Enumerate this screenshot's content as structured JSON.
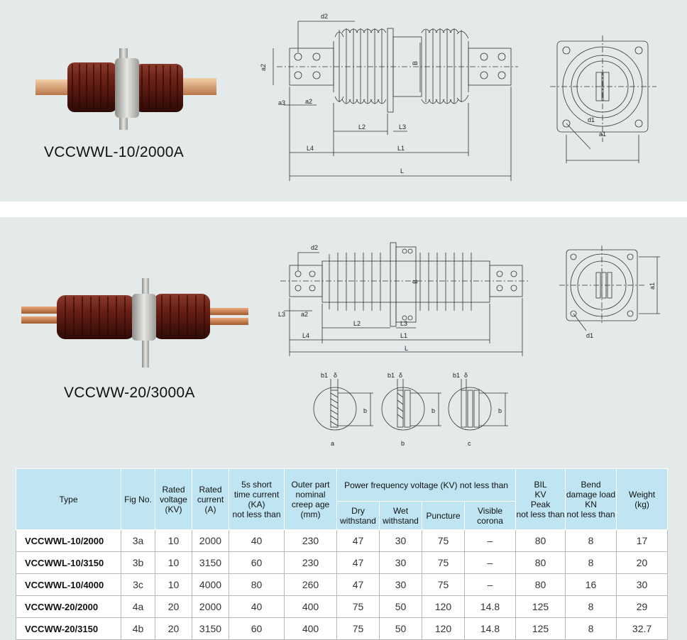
{
  "products": [
    {
      "caption": "VCCWWL-10/2000A"
    },
    {
      "caption": "VCCWW-20/3000A"
    }
  ],
  "drawing1": {
    "labels": {
      "d2": "d2",
      "a2_side": "a2",
      "B": "B",
      "a3": "a3",
      "a2": "a2",
      "L2": "L2",
      "L3": "L3",
      "L4": "L4",
      "L1": "L1",
      "L": "L",
      "d1": "d1",
      "a1": "a1"
    }
  },
  "drawing2": {
    "labels": {
      "d2": "d2",
      "B": "B",
      "L3_left": "L3",
      "a2": "a2",
      "L2": "L2",
      "L3": "L3",
      "L4": "L4",
      "L1": "L1",
      "L": "L",
      "a1": "a1",
      "d1": "d1"
    }
  },
  "sections": [
    {
      "b1": "b1",
      "delta": "δ",
      "b": "b",
      "name": "a"
    },
    {
      "b1": "b1",
      "delta": "δ",
      "b": "b",
      "name": "b"
    },
    {
      "b1": "b1",
      "delta": "δ",
      "b": "b",
      "name": "c"
    }
  ],
  "table": {
    "headers": {
      "type": "Type",
      "fig": "Fig No.",
      "voltage": "Rated\nvoltage\n(KV)",
      "current": "Rated\ncurrent\n(A)",
      "short_time": "5s short\ntime current\n(KA)\nnot less than",
      "creepage": "Outer part\nnominal\ncreep age\n(mm)",
      "power_freq": "Power frequency voltage (KV) not less than",
      "dry": "Dry\nwithstand",
      "wet": "Wet\nwithstand",
      "puncture": "Puncture",
      "corona": "Visible\ncorona",
      "bil": "BIL\nKV\nPeak\nnot less than",
      "bend": "Bend\ndamage load\nKN\nnot less than",
      "weight": "Weight\n(kg)"
    },
    "rows": [
      [
        "VCCWWL-10/2000",
        "3a",
        "10",
        "2000",
        "40",
        "230",
        "47",
        "30",
        "75",
        "–",
        "80",
        "8",
        "17"
      ],
      [
        "VCCWWL-10/3150",
        "3b",
        "10",
        "3150",
        "60",
        "230",
        "47",
        "30",
        "75",
        "–",
        "80",
        "8",
        "20"
      ],
      [
        "VCCWWL-10/4000",
        "3c",
        "10",
        "4000",
        "80",
        "260",
        "47",
        "30",
        "75",
        "–",
        "80",
        "16",
        "30"
      ],
      [
        "VCCWW-20/2000",
        "4a",
        "20",
        "2000",
        "40",
        "400",
        "75",
        "50",
        "120",
        "14.8",
        "125",
        "8",
        "29"
      ],
      [
        "VCCWW-20/3150",
        "4b",
        "20",
        "3150",
        "60",
        "400",
        "75",
        "50",
        "120",
        "14.8",
        "125",
        "8",
        "32.7"
      ]
    ]
  },
  "colors": {
    "panel_bg": "#e4e9ea",
    "header_bg": "#bfe4f2",
    "porcelain": "#5a1812",
    "copper": "#c8865a",
    "flange": "#b8b8b4"
  }
}
